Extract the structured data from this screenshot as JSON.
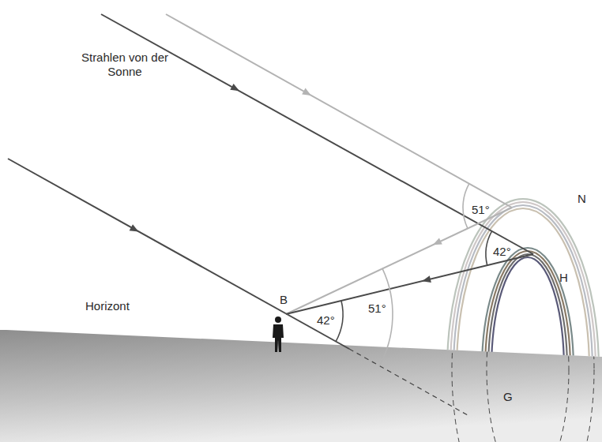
{
  "diagram": {
    "labels": [
      "Strahlen von der Sonne",
      "Horizont",
      "B",
      "N",
      "H",
      "G",
      "51°",
      "42°",
      "42°",
      "51°"
    ]
  }
}
